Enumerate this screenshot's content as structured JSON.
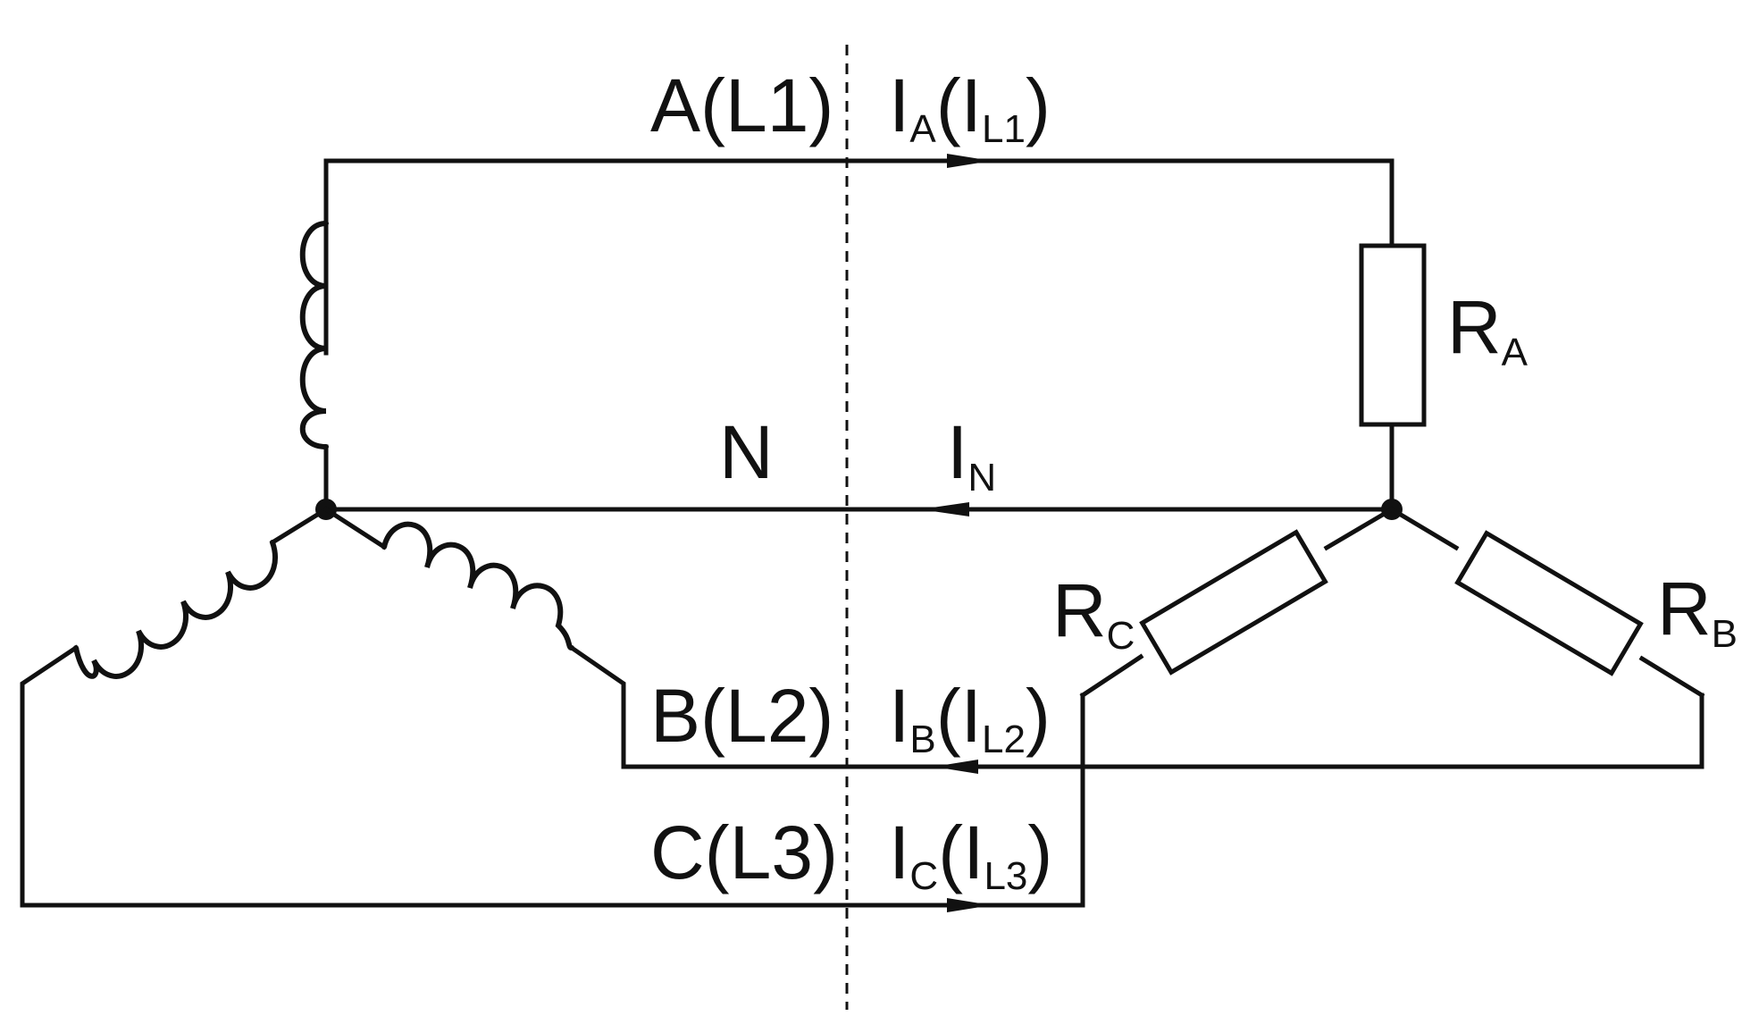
{
  "labels": {
    "line_a": "A(L1)",
    "line_b": "B(L2)",
    "line_c": "C(L3)",
    "neutral": "N",
    "current_a_main": "I",
    "current_a_sub": "A",
    "current_a_paren": "(I",
    "current_a_paren_sub": "L1",
    "current_b_main": "I",
    "current_b_sub": "B",
    "current_b_paren": "(I",
    "current_b_paren_sub": "L2",
    "current_c_main": "I",
    "current_c_sub": "C",
    "current_c_paren": "(I",
    "current_c_paren_sub": "L3",
    "current_n_main": "I",
    "current_n_sub": "N",
    "close_paren": ")",
    "r_main": "R",
    "r_a_sub": "A",
    "r_b_sub": "B",
    "r_c_sub": "C"
  }
}
